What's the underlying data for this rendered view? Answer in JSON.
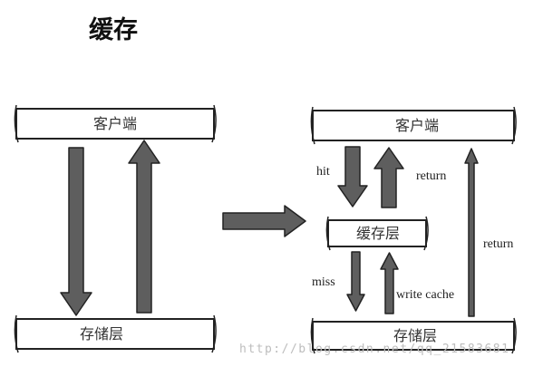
{
  "title": "缓存",
  "left": {
    "client_label": "客户端",
    "storage_label": "存储层"
  },
  "right": {
    "client_label": "客户端",
    "cache_label": "缓存层",
    "storage_label": "存储层",
    "hit_label": "hit",
    "return_label_upper": "return",
    "miss_label": "miss",
    "write_cache_label": "write cache",
    "return_label_outer": "return"
  },
  "watermark": "http://blog.csdn.net/qq_21583681",
  "colors": {
    "arrow": "#5e5e5e",
    "arrow_stroke": "#222222",
    "box_stroke": "#222222"
  }
}
